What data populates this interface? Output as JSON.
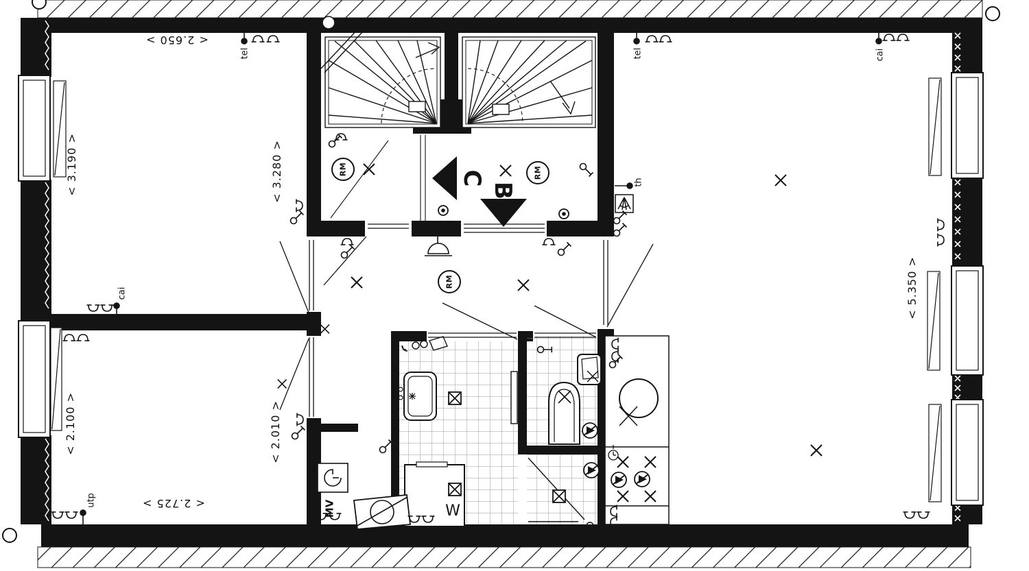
{
  "plan": {
    "dimensions": {
      "bedroom1_width": "< 2.650 >",
      "bedroom1_depth": "< 3.190 >",
      "stairwell_depth": "< 3.280 >",
      "bedroom2_depth": "< 2.100 >",
      "closet_width": "< 2.010 >",
      "bedroom2_width": "< 2.725 >",
      "living_room_depth": "< 5.350 >"
    },
    "outlet_labels": {
      "tel": "tel",
      "cai": "cai",
      "utp": "utp",
      "thermostat": "th"
    },
    "device_labels": {
      "smoke_detector": "RM",
      "mech_vent_unit": "MV",
      "washer": "W"
    },
    "section_markers": {
      "c": "C",
      "b": "B"
    },
    "colors": {
      "ink": "#141414",
      "paper": "#ffffff",
      "tile_line": "#9a9a9a"
    }
  }
}
